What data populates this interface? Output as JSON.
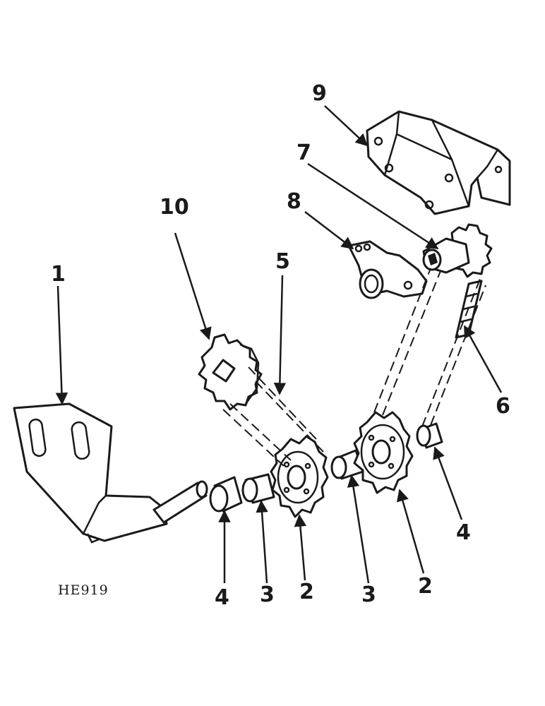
{
  "drawing_code": "HE919",
  "callouts": {
    "c1": "1",
    "c2a": "2",
    "c2b": "2",
    "c3a": "3",
    "c3b": "3",
    "c4a": "4",
    "c4b": "4",
    "c5": "5",
    "c6": "6",
    "c7": "7",
    "c8": "8",
    "c9": "9",
    "c10": "10"
  }
}
